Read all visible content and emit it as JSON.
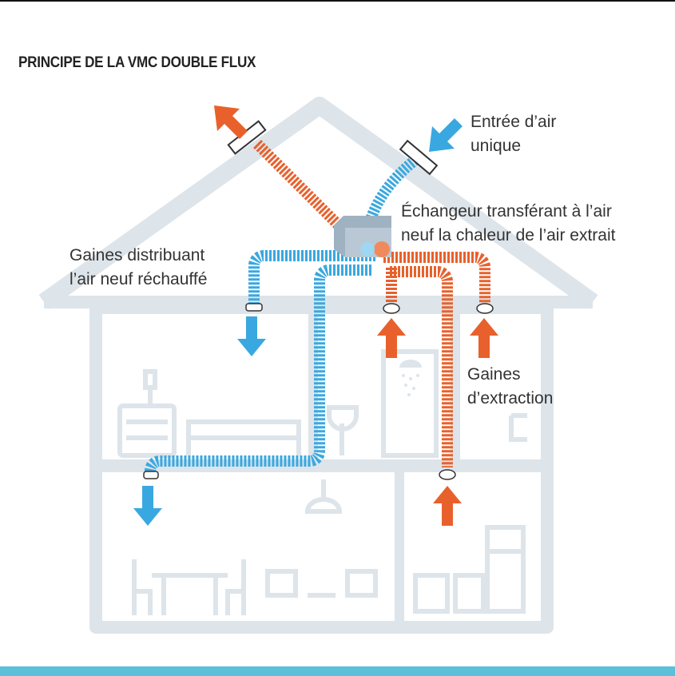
{
  "title": "PRINCIPE DE LA VMC DOUBLE FLUX",
  "labels": {
    "entree_line1": "Entrée d’air",
    "entree_line2": "unique",
    "echangeur_line1": "Échangeur transférant à l’air",
    "echangeur_line2": "neuf la chaleur de l’air extrait",
    "gaines_dist_line1": "Gaines distribuant",
    "gaines_dist_line2": "l’air neuf réchauffé",
    "gaines_ext_line1": "Gaines",
    "gaines_ext_line2": "d’extraction"
  },
  "colors": {
    "house": "#dde4ea",
    "fresh_air": "#3aa8e0",
    "stale_air": "#e8612c",
    "exchanger": "#9fb2c2",
    "accent_bar": "#5bc0d8"
  }
}
